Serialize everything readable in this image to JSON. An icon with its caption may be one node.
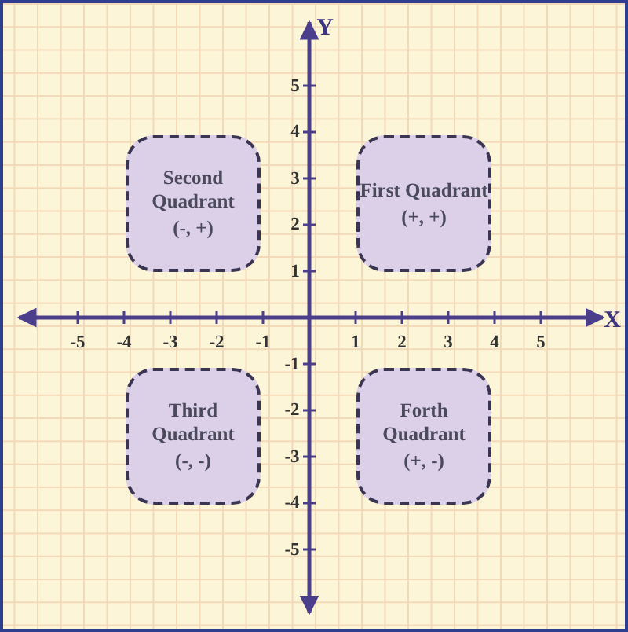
{
  "diagram": {
    "nodes": [
      {
        "text": [
          "Second Quadrant",
          "(-, +)"
        ]
      },
      {
        "text": [
          "First Quadrant",
          "(+, +)"
        ]
      },
      {
        "text": [
          "Third Quadrant",
          "(-, -)"
        ]
      },
      {
        "text": [
          "Forth Quadrant",
          "(+, -)"
        ]
      }
    ],
    "labels": [
      "Y",
      "5",
      "4",
      "3",
      "2",
      "1",
      "-5",
      "-4",
      "-3",
      "-2",
      "-1",
      "1",
      "2",
      "3",
      "4",
      "5",
      "X",
      "-1",
      "-2",
      "-3",
      "-4",
      "-5"
    ]
  }
}
